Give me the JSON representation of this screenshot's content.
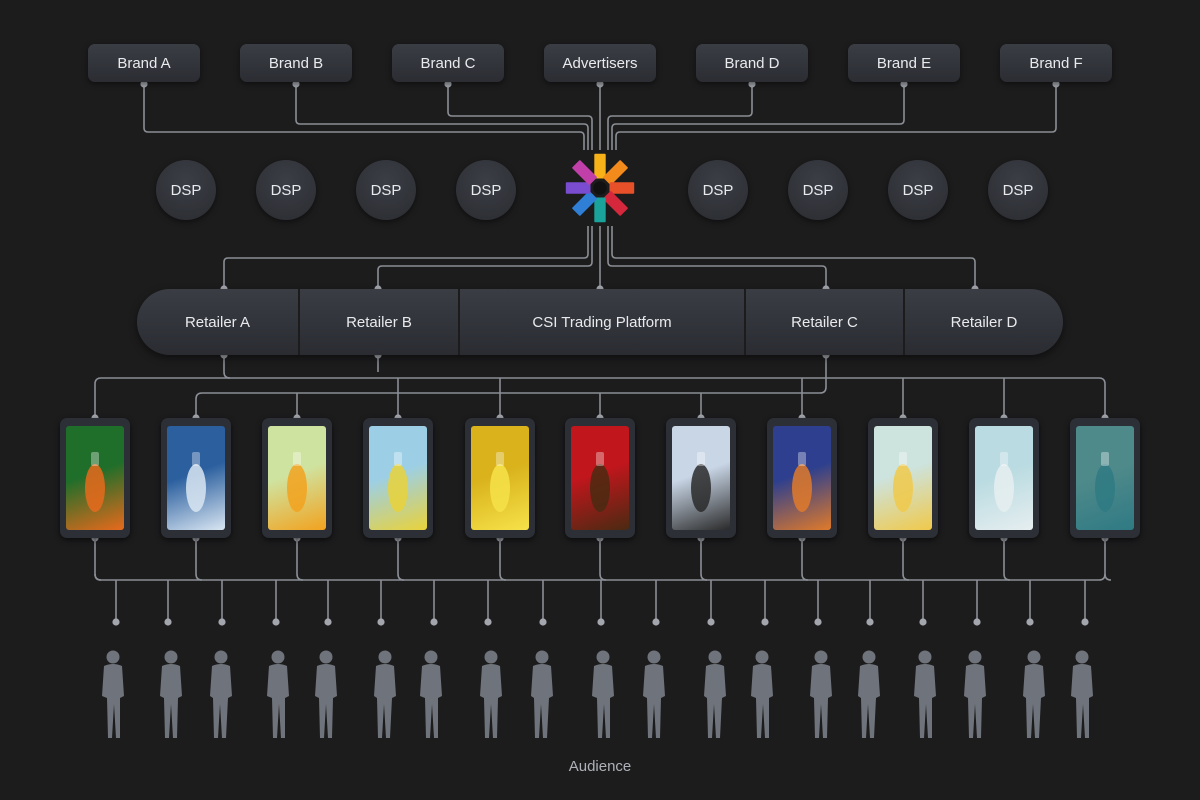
{
  "brands": [
    "Brand A",
    "Brand B",
    "Brand C",
    "Advertisers",
    "Brand D",
    "Brand E",
    "Brand F"
  ],
  "dsps": [
    "DSP",
    "DSP",
    "DSP",
    "DSP",
    "DSP",
    "DSP",
    "DSP",
    "DSP"
  ],
  "hub_icon": "multicolor-pinwheel-logo-icon",
  "platform": {
    "segments": [
      "Retailer A",
      "Retailer B",
      "CSI Trading Platform",
      "Retailer C",
      "Retailer D"
    ]
  },
  "screens": [
    {
      "icon": "flower-bottle-ad-icon",
      "colors": [
        "#1f6e2a",
        "#e86a1c"
      ]
    },
    {
      "icon": "wave-bottle-ad-icon",
      "colors": [
        "#2b5f9e",
        "#d9e6f2"
      ]
    },
    {
      "icon": "orange-juice-ad-icon",
      "colors": [
        "#cfe3a0",
        "#f2a21e"
      ]
    },
    {
      "icon": "citrus-tree-bottle-ad-icon",
      "colors": [
        "#9ccfe6",
        "#e9d23a"
      ]
    },
    {
      "icon": "yellow-spiral-ad-icon",
      "colors": [
        "#d9b21c",
        "#f6e24a"
      ]
    },
    {
      "icon": "red-sauce-bottle-ad-icon",
      "colors": [
        "#c0161c",
        "#4a2a12"
      ]
    },
    {
      "icon": "cookie-ad-icon",
      "colors": [
        "#c9d6e6",
        "#2a2a2a"
      ]
    },
    {
      "icon": "blue-perfume-ad-icon",
      "colors": [
        "#2d3f8e",
        "#e07a2a"
      ]
    },
    {
      "icon": "serum-bottle-ad-icon",
      "colors": [
        "#cde3dd",
        "#f0c94a"
      ]
    },
    {
      "icon": "skincare-bottles-ad-icon",
      "colors": [
        "#b9dbe1",
        "#e6eef0"
      ]
    },
    {
      "icon": "teal-perfume-ad-icon",
      "colors": [
        "#4f8a8a",
        "#2f7a84"
      ]
    }
  ],
  "audience": {
    "label": "Audience",
    "person_icon": "person-silhouette-icon",
    "count": 19
  },
  "colors": {
    "background": "#1c1c1d",
    "connector": "#8a8e95",
    "node": "#33363c",
    "silhouette": "#6f737b"
  }
}
